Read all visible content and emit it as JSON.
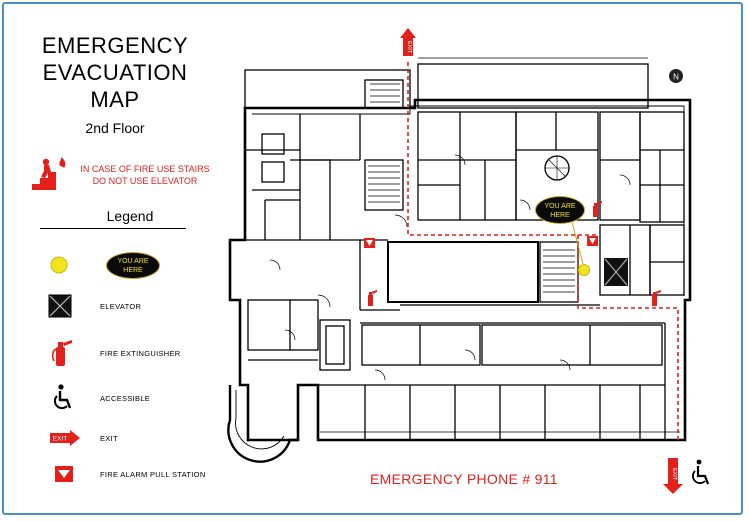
{
  "title": {
    "line1": "EMERGENCY",
    "line2": "EVACUATION",
    "line3": "MAP"
  },
  "floor": "2nd Floor",
  "warning": {
    "line1": "IN CASE OF FIRE USE STAIRS",
    "line2": "DO NOT USE ELEVATOR"
  },
  "legend": {
    "title": "Legend",
    "you_are_here_line1": "YOU ARE",
    "you_are_here_line2": "HERE",
    "elevator": "ELEVATOR",
    "fire_extinguisher": "FIRE EXTINGUISHER",
    "accessible": "ACCESSIBLE",
    "exit": "EXIT",
    "fire_alarm": "FIRE ALARM PULL STATION"
  },
  "map": {
    "you_are_here_line1": "YOU ARE",
    "you_are_here_line2": "HERE",
    "exit_top": "EXIT",
    "exit_bottom": "EXIT",
    "north_marker": "N"
  },
  "phone": "EMERGENCY PHONE # 911",
  "colors": {
    "accent_red": "#e3211a",
    "marker_yellow": "#f2e41a",
    "frame_blue": "#4a90c8"
  }
}
